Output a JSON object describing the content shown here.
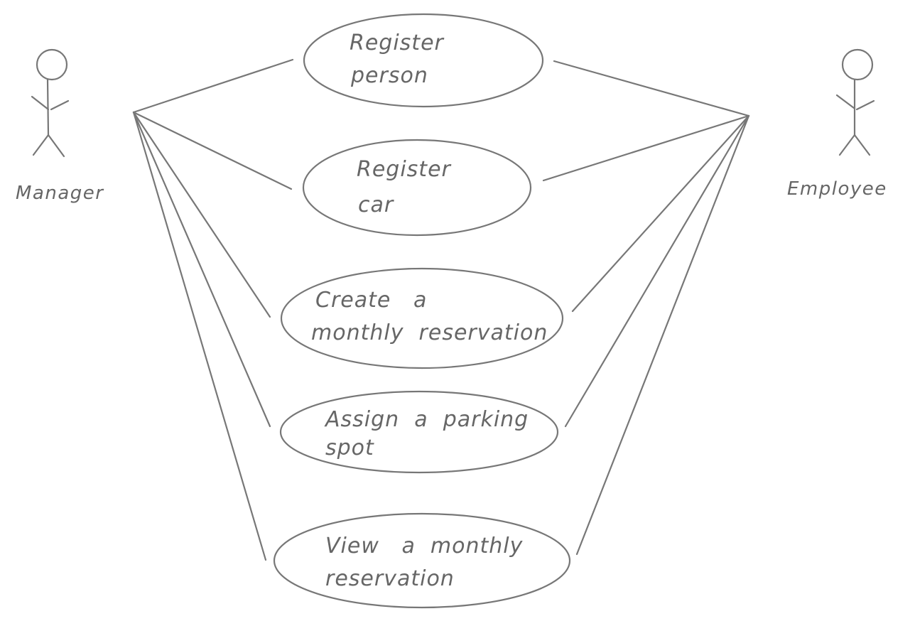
{
  "actors": {
    "left": {
      "label": "Manager"
    },
    "right": {
      "label": "Employee"
    }
  },
  "use_cases": [
    {
      "line1": "Register",
      "line2": "person"
    },
    {
      "line1": "Register",
      "line2": "car"
    },
    {
      "line1": "Create   a",
      "line2": "monthly  reservation"
    },
    {
      "line1": "Assign  a  parking",
      "line2": "spot"
    },
    {
      "line1": "View   a  monthly",
      "line2": "reservation"
    }
  ],
  "colors": {
    "stroke": "#777777",
    "text": "#666666",
    "background": "#ffffff"
  }
}
